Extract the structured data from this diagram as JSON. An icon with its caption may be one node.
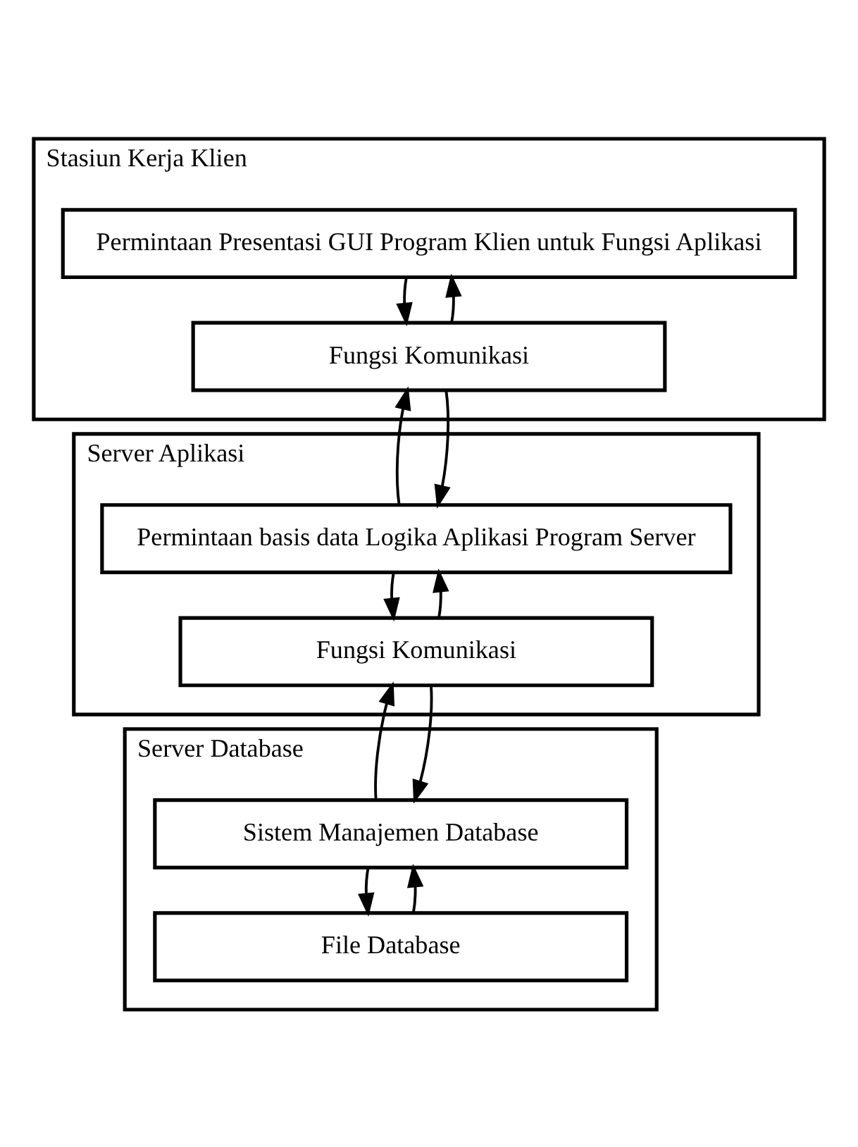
{
  "diagram": {
    "nodes": [
      {
        "text": [
          "Stasiun Kerja Klien"
        ]
      },
      {
        "text": [
          "Permintaan Presentasi GUI Program Klien untuk Fungsi Aplikasi"
        ],
        "in": 0
      },
      {
        "text": [
          "Fungsi Komunikasi"
        ],
        "in": 0
      },
      {
        "text": [
          "Server Aplikasi"
        ]
      },
      {
        "text": [
          "Permintaan basis data Logika Aplikasi Program Server"
        ],
        "in": 3
      },
      {
        "text": [
          "Fungsi Komunikasi"
        ],
        "in": 3
      },
      {
        "text": [
          "Server Database"
        ]
      },
      {
        "text": [
          "Sistem Manajemen Database"
        ],
        "in": 6
      },
      {
        "text": [
          "File Database"
        ],
        "in": 6
      }
    ],
    "edges": [
      {
        "from": 2,
        "to": 1,
        "arrow": "to"
      },
      {
        "from": 1,
        "to": 2,
        "arrow": "to"
      },
      {
        "from": 2,
        "to": 4,
        "arrow": "to"
      },
      {
        "from": 4,
        "to": 2,
        "arrow": "to"
      },
      {
        "from": 5,
        "to": 4,
        "arrow": "to"
      },
      {
        "from": 4,
        "to": 5,
        "arrow": "to"
      },
      {
        "from": 5,
        "to": 7,
        "arrow": "to"
      },
      {
        "from": 7,
        "to": 5,
        "arrow": "to"
      },
      {
        "from": 8,
        "to": 7,
        "arrow": "to"
      },
      {
        "from": 7,
        "to": 8,
        "arrow": "to"
      }
    ]
  }
}
